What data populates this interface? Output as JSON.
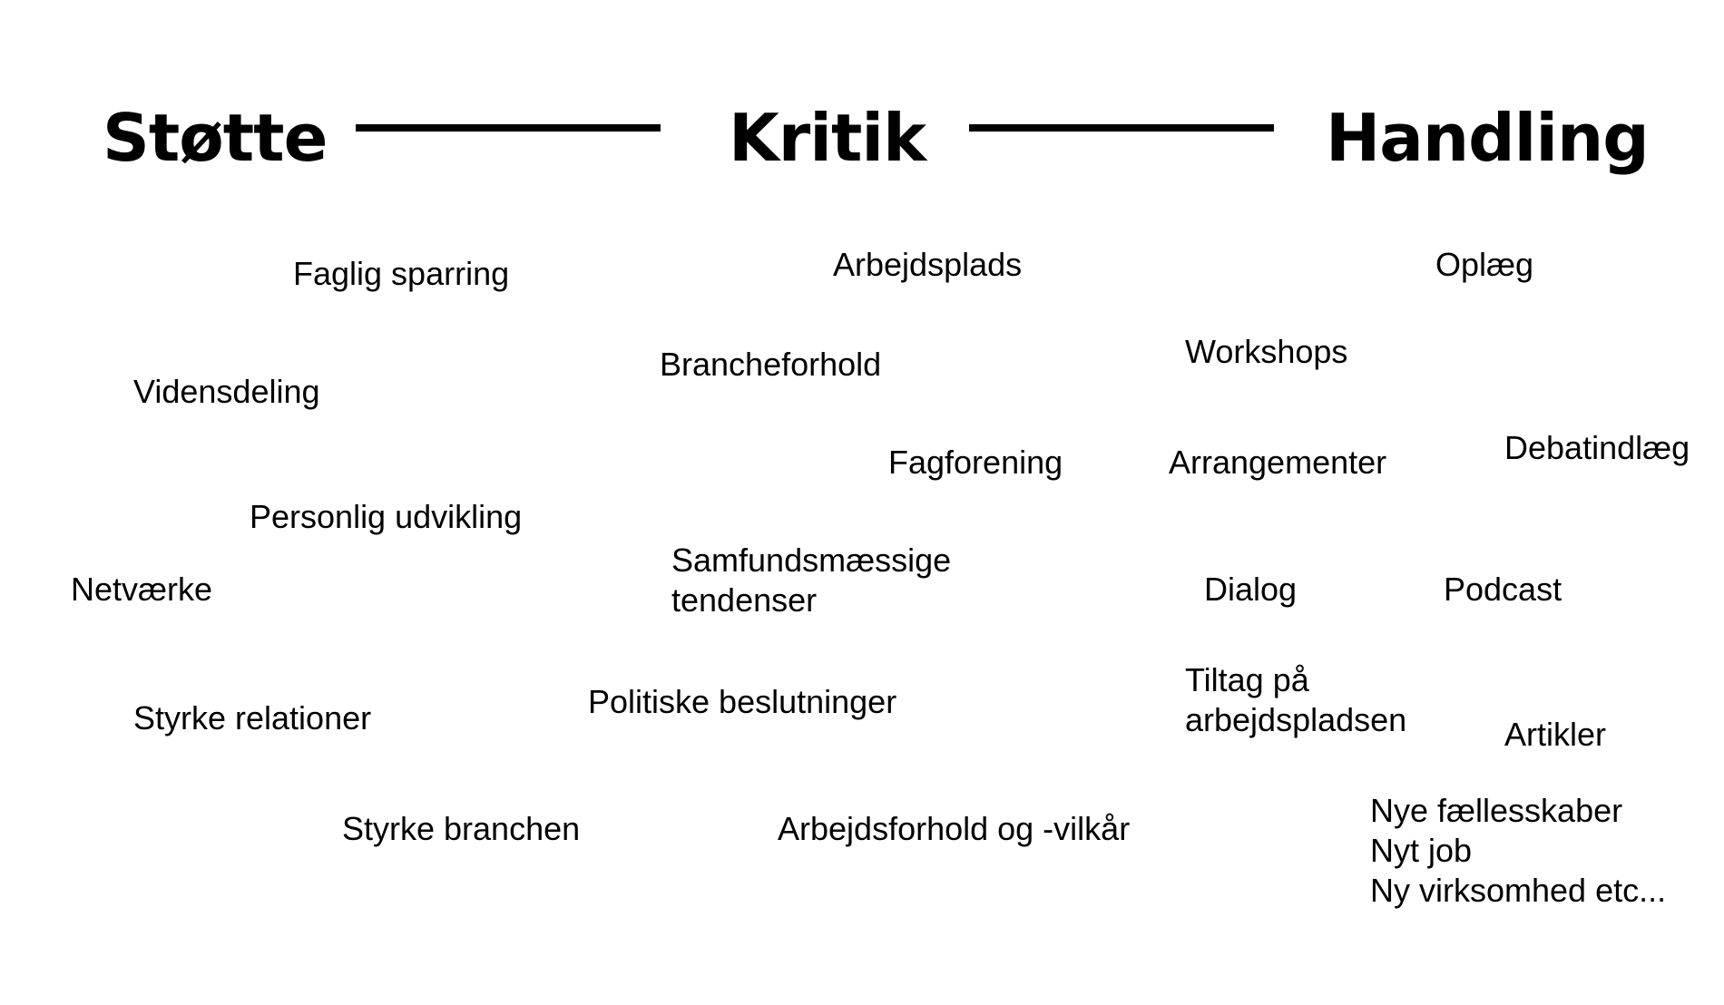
{
  "headings": {
    "support": "Støtte",
    "critique": "Kritik",
    "action": "Handling"
  },
  "support_items": {
    "faglig_sparring": "Faglig sparring",
    "vidensdeling": "Vidensdeling",
    "personlig_udvikling": "Personlig udvikling",
    "netvaerke": "Netværke",
    "styrke_relationer": "Styrke relationer",
    "styrke_branchen": "Styrke branchen"
  },
  "critique_items": {
    "arbejdsplads": "Arbejdsplads",
    "brancheforhold": "Brancheforhold",
    "fagforening": "Fagforening",
    "samfund_line1": "Samfundsmæssige",
    "samfund_line2": "tendenser",
    "politiske": "Politiske beslutninger",
    "arbejdsforhold": "Arbejdsforhold og -vilkår"
  },
  "action_items": {
    "oplaeg": "Oplæg",
    "workshops": "Workshops",
    "arrangementer": "Arrangementer",
    "debatindlaeg": "Debatindlæg",
    "dialog": "Dialog",
    "podcast": "Podcast",
    "tiltag_line1": "Tiltag på",
    "tiltag_line2": "arbejdspladsen",
    "artikler": "Artikler",
    "nye_line1": "Nye fællesskaber",
    "nye_line2": "Nyt job",
    "nye_line3": "Ny virksomhed etc..."
  },
  "colors": {
    "text": "#000000",
    "background": "#ffffff"
  }
}
